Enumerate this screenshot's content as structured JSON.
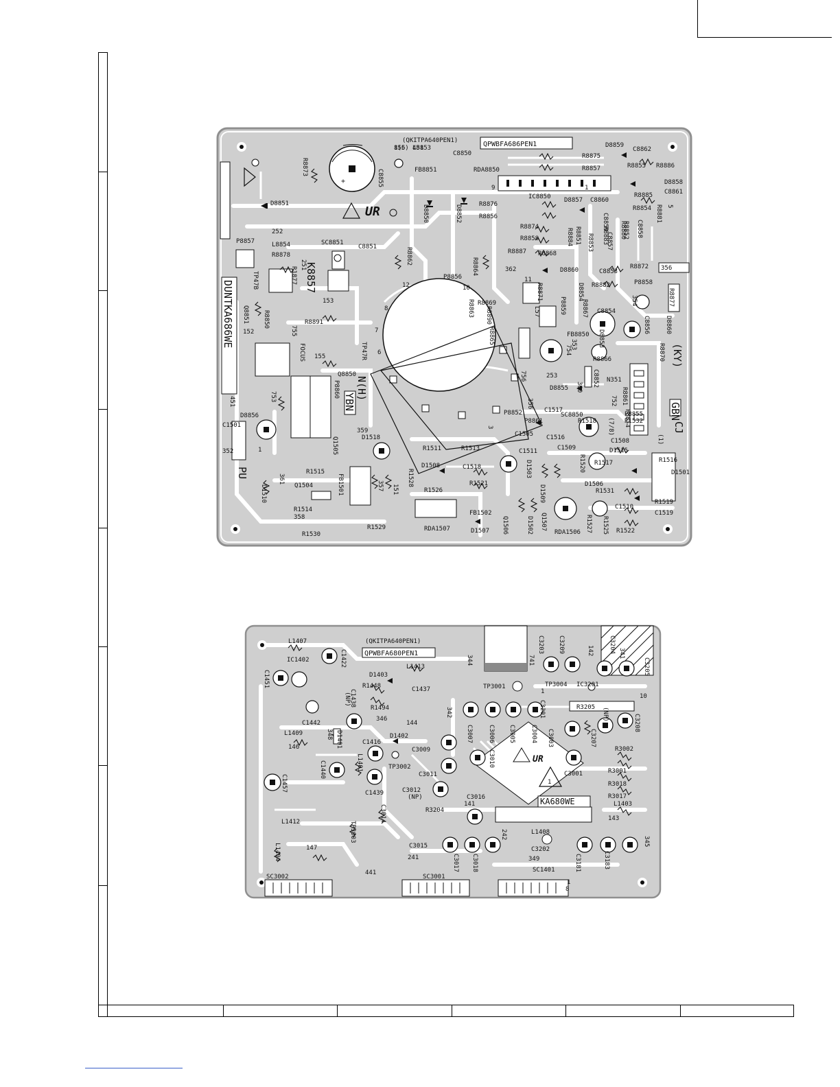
{
  "board1": {
    "part_code": "(QKITPA640PEN1)",
    "pwb_code": "QPWBFA686PEN1",
    "model_label": "DUNTKA686WE",
    "focus_label": "FOCUS",
    "region_kybn": "(KY)",
    "region_gbn": "GBN",
    "region_cj": "CJ",
    "region_ybn": "YBN",
    "region_nh": "N(H)",
    "pu_label": "PU",
    "k_label": "K8857",
    "labels": [
      "156",
      "L8853",
      "C8850",
      "D8859",
      "C8862",
      "R8873",
      "FB8851",
      "R8875",
      "R8855",
      "R8886",
      "C8855",
      "RDA8850",
      "R8857",
      "D8858",
      "9",
      "1",
      "C8861",
      "IC8850",
      "R8885",
      "D8851",
      "D8850",
      "D8852",
      "R8876",
      "D8857",
      "C8860",
      "R8854",
      "R8856",
      "R8880",
      "252",
      "R8874",
      "C8858",
      "C8859",
      "R8883",
      "P8857",
      "R8858",
      "R8884",
      "L8854",
      "SC8851",
      "C8851",
      "R8862",
      "R8864",
      "R8887",
      "R8868",
      "R8878",
      "R1877",
      "251",
      "362",
      "D8860",
      "C8853",
      "R8872",
      "356",
      "TP47B",
      "153",
      "P8856",
      "10",
      "11",
      "P8858",
      "R8871",
      "R8882",
      "R8869",
      "12",
      "8",
      "7",
      "6",
      "5",
      "R8881",
      "R8852",
      "R8851",
      "R8853",
      "C8857",
      "R8850",
      "R8891",
      "R8863",
      "R8890",
      "L57",
      "P8859",
      "R8867",
      "C8854",
      "354",
      "Q8851",
      "152",
      "755",
      "R8865",
      "FB8850",
      "D8854",
      "D8853",
      "C8856",
      "R8877",
      "D8860",
      "TP47R",
      "155",
      "353",
      "R8866",
      "R8870",
      "Q8850",
      "P8860",
      "253",
      "N351",
      "754",
      "756",
      "D8855",
      "C8852",
      "753",
      "356",
      "R8861",
      "752",
      "P8855",
      "360",
      "451",
      "D8856",
      "P8852",
      "C1517",
      "SC8850",
      "359",
      "C1501",
      "352",
      "1",
      "3",
      "P8861",
      "R1518",
      "D1518",
      "C1505",
      "C1516",
      "C1508",
      "D1515",
      "361",
      "R1511",
      "R1513",
      "C1511",
      "C1509",
      "R1516",
      "R1515",
      "D1508",
      "C1518",
      "D1503",
      "R1520",
      "R1517",
      "D1501",
      "Q1504",
      "357",
      "151",
      "R1528",
      "R1526",
      "R1521",
      "D1506",
      "R1519",
      "D1509",
      "R1531",
      "R1514",
      "358",
      "FB1501",
      "FB1502",
      "Q1507",
      "RDA1506",
      "C1510",
      "C1519",
      "D1510",
      "R1530",
      "R1529",
      "RDA1507",
      "D1507",
      "Q1506",
      "D1502",
      "R1527",
      "R1525",
      "R1522",
      "Q1505",
      "R1532",
      "P8854",
      "(1)",
      "(7/8)",
      "8(5)",
      "451"
    ]
  },
  "board2": {
    "part_code": "(QKITPA640PEN1)",
    "pwb_code": "QPWBFA680PEN1",
    "model_label": "KA680WE",
    "labels": [
      "L1407",
      "C1422",
      "IC1402",
      "C1451",
      "L1413",
      "D1403",
      "344",
      "741",
      "C3203",
      "C3209",
      "142",
      "C3204",
      "341",
      "C3205",
      "R1448",
      "C1437",
      "C1438",
      "(NP)",
      "R1494",
      "TP3001",
      "TP3004",
      "IC3201",
      "10",
      "1",
      "C3201",
      "R3205",
      "C1442",
      "346",
      "342",
      "144",
      "C3007",
      "C3006",
      "C3005",
      "C3004",
      "C3003",
      "C3207",
      "C3208",
      "(NP)",
      "L1409",
      "146",
      "D1402",
      "348",
      "D1401",
      "C1416",
      "C3009",
      "C3010",
      "R3002",
      "C1440",
      "L1401",
      "TP3002",
      "C3011",
      "R3001",
      "C3001",
      "C1457",
      "C1439",
      "C3012",
      "R3018",
      "R3017",
      "(NP)",
      "C3016",
      "141",
      "L1403",
      "C3014",
      "R3204",
      "143",
      "L1412",
      "TP3003",
      "L1408",
      "L1404",
      "147",
      "C3015",
      "C3017",
      "C3018",
      "242",
      "C3202",
      "C3181",
      "C3183",
      "345",
      "241",
      "349",
      "441",
      "SC1401",
      "SC3002",
      "SC3001",
      "8",
      "1"
    ]
  },
  "frame": {
    "border_color": "#000000",
    "link_color": "#3a5fc8"
  },
  "colors": {
    "board_bg": "#cfcfcf",
    "board_edge": "#8f8f8f",
    "trace": "#ffffff",
    "silk": "#111111"
  }
}
